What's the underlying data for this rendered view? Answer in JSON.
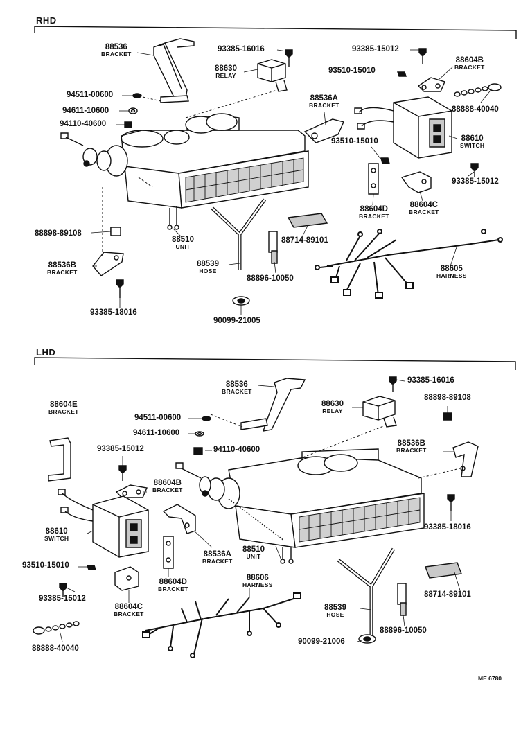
{
  "sections": {
    "rhd": {
      "title": "RHD"
    },
    "lhd": {
      "title": "LHD"
    }
  },
  "rhd_parts": [
    {
      "id": "r1",
      "number": "88536",
      "caption": "BRACKET"
    },
    {
      "id": "r2",
      "number": "93385-16016",
      "caption": ""
    },
    {
      "id": "r3",
      "number": "93385-15012",
      "caption": ""
    },
    {
      "id": "r4",
      "number": "88630",
      "caption": "RELAY"
    },
    {
      "id": "r5",
      "number": "88604B",
      "caption": "BRACKET"
    },
    {
      "id": "r6",
      "number": "93510-15010",
      "caption": ""
    },
    {
      "id": "r7",
      "number": "94511-00600",
      "caption": ""
    },
    {
      "id": "r8",
      "number": "88536A",
      "caption": "BRACKET"
    },
    {
      "id": "r9",
      "number": "94611-10600",
      "caption": ""
    },
    {
      "id": "r10",
      "number": "88888-40040",
      "caption": ""
    },
    {
      "id": "r11",
      "number": "94110-40600",
      "caption": ""
    },
    {
      "id": "r12",
      "number": "93510-15010",
      "caption": ""
    },
    {
      "id": "r13",
      "number": "88610",
      "caption": "SWITCH"
    },
    {
      "id": "r14",
      "number": "93385-15012",
      "caption": ""
    },
    {
      "id": "r15",
      "number": "88604D",
      "caption": "BRACKET"
    },
    {
      "id": "r16",
      "number": "88604C",
      "caption": "BRACKET"
    },
    {
      "id": "r17",
      "number": "88898-89108",
      "caption": ""
    },
    {
      "id": "r18",
      "number": "88714-89101",
      "caption": ""
    },
    {
      "id": "r19",
      "number": "88510",
      "caption": "UNIT"
    },
    {
      "id": "r20",
      "number": "88536B",
      "caption": "BRACKET"
    },
    {
      "id": "r21",
      "number": "88539",
      "caption": "HOSE"
    },
    {
      "id": "r22",
      "number": "88605",
      "caption": "HARNESS"
    },
    {
      "id": "r23",
      "number": "88896-10050",
      "caption": ""
    },
    {
      "id": "r24",
      "number": "93385-18016",
      "caption": ""
    },
    {
      "id": "r25",
      "number": "90099-21005",
      "caption": ""
    }
  ],
  "lhd_parts": [
    {
      "id": "l1",
      "number": "88536",
      "caption": "BRACKET"
    },
    {
      "id": "l2",
      "number": "93385-16016",
      "caption": ""
    },
    {
      "id": "l3",
      "number": "88604E",
      "caption": "BRACKET"
    },
    {
      "id": "l4",
      "number": "88630",
      "caption": "RELAY"
    },
    {
      "id": "l5",
      "number": "88898-89108",
      "caption": ""
    },
    {
      "id": "l6",
      "number": "94511-00600",
      "caption": ""
    },
    {
      "id": "l7",
      "number": "94611-10600",
      "caption": ""
    },
    {
      "id": "l8",
      "number": "93385-15012",
      "caption": ""
    },
    {
      "id": "l9",
      "number": "88536B",
      "caption": "BRACKET"
    },
    {
      "id": "l10",
      "number": "94110-40600",
      "caption": ""
    },
    {
      "id": "l11",
      "number": "88604B",
      "caption": "BRACKET"
    },
    {
      "id": "l12",
      "number": "88610",
      "caption": "SWITCH"
    },
    {
      "id": "l13",
      "number": "88536A",
      "caption": "BRACKET"
    },
    {
      "id": "l14",
      "number": "93385-18016",
      "caption": ""
    },
    {
      "id": "l15",
      "number": "88510",
      "caption": "UNIT"
    },
    {
      "id": "l16",
      "number": "93510-15010",
      "caption": ""
    },
    {
      "id": "l17",
      "number": "88604D",
      "caption": "BRACKET"
    },
    {
      "id": "l18",
      "number": "88606",
      "caption": "HARNESS"
    },
    {
      "id": "l19",
      "number": "88714-89101",
      "caption": ""
    },
    {
      "id": "l20",
      "number": "93385-15012",
      "caption": ""
    },
    {
      "id": "l21",
      "number": "88604C",
      "caption": "BRACKET"
    },
    {
      "id": "l22",
      "number": "88539",
      "caption": "HOSE"
    },
    {
      "id": "l23",
      "number": "88888-40040",
      "caption": ""
    },
    {
      "id": "l24",
      "number": "90099-21006",
      "caption": ""
    },
    {
      "id": "l25",
      "number": "88896-10050",
      "caption": ""
    }
  ],
  "footer": {
    "reference": "ME 6780"
  },
  "colors": {
    "ink": "#111111",
    "paper": "#ffffff",
    "shade": "#c9c9c9"
  }
}
